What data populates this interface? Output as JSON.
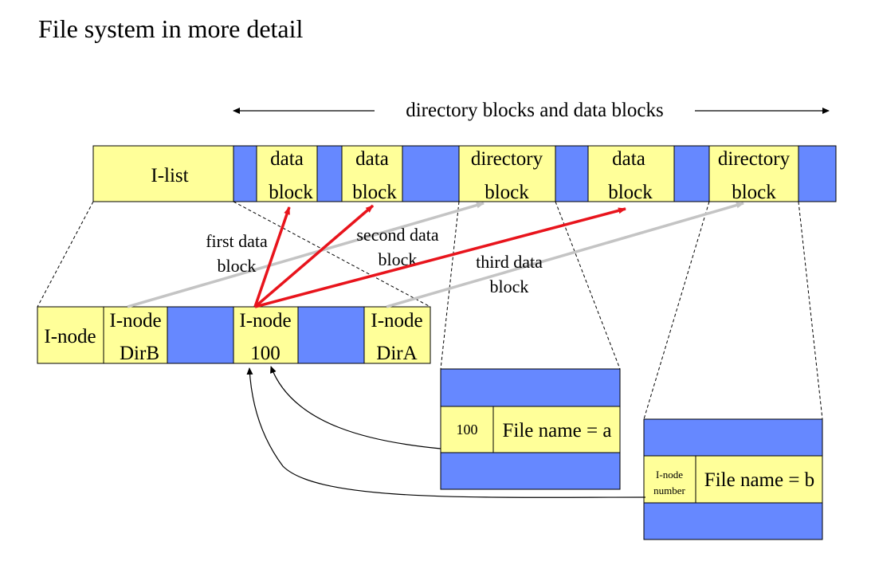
{
  "title": "File system in more detail",
  "span_label": "directory blocks and data blocks",
  "disk": {
    "ilist": "I-list",
    "blocks": [
      {
        "line1": "data",
        "line2": "block"
      },
      {
        "line1": "data",
        "line2": "block"
      },
      {
        "line1": "directory",
        "line2": "block"
      },
      {
        "line1": "data",
        "line2": "block"
      },
      {
        "line1": "directory",
        "line2": "block"
      }
    ]
  },
  "inode_list": {
    "first": "I-node",
    "dirb": {
      "line1": "I-node",
      "line2": "DirB"
    },
    "i100": {
      "line1": "I-node",
      "line2": "100"
    },
    "dira": {
      "line1": "I-node",
      "line2": "DirA"
    }
  },
  "annotations": {
    "first": {
      "line1": "first data",
      "line2": "block"
    },
    "second": {
      "line1": "second data",
      "line2": "block"
    },
    "third": {
      "line1": "third data",
      "line2": "block"
    }
  },
  "dir_a": {
    "inode": "100",
    "name": "File name = a"
  },
  "dir_b": {
    "inode_line1": "I-node",
    "inode_line2": "number",
    "name": "File name = b"
  },
  "colors": {
    "yellow": "#ffff99",
    "blue": "#6688ff",
    "red_arrow": "#e8141c",
    "gray_arrow": "#c4c4c4"
  }
}
